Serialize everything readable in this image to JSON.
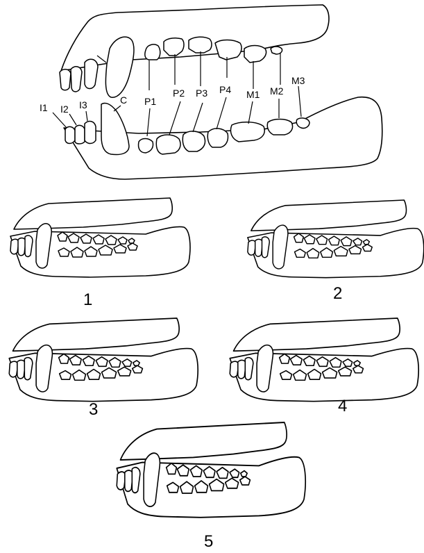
{
  "tooth_labels": {
    "I1": "I1",
    "I2": "I2",
    "I3": "I3",
    "C": "C",
    "P1": "P1",
    "P2": "P2",
    "P3": "P3",
    "P4": "P4",
    "M1": "M1",
    "M2": "M2",
    "M3": "M3"
  },
  "variant_labels": [
    "1",
    "2",
    "3",
    "4",
    "5"
  ]
}
